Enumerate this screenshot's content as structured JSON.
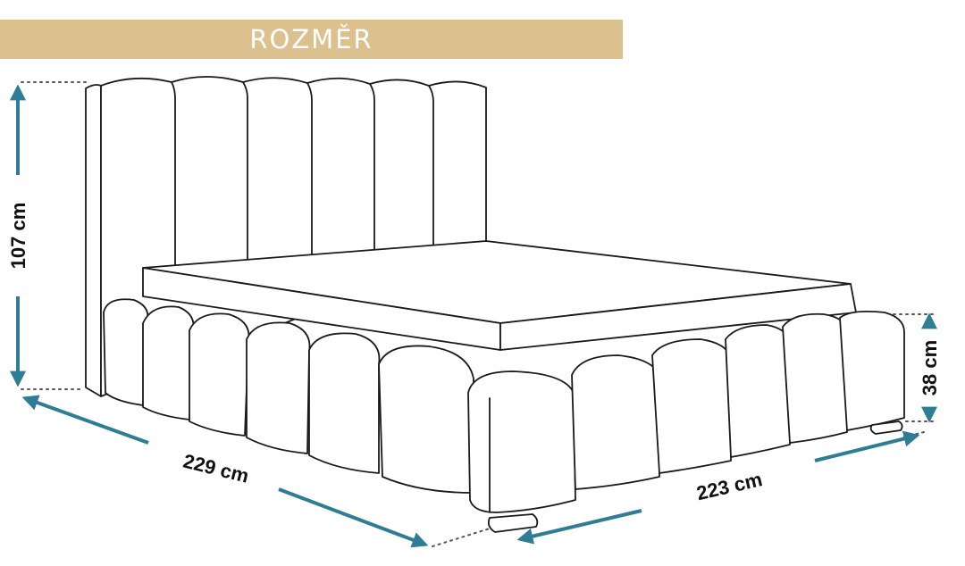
{
  "title": "ROZMĚR",
  "colors": {
    "title_band": "#dcc18e",
    "title_text": "#ffffff",
    "arrow": "#2e7d95",
    "outline": "#1a1a1a"
  },
  "dimensions": {
    "height": "107 cm",
    "length": "229 cm",
    "width": "223 cm",
    "frame_height": "38 cm"
  }
}
